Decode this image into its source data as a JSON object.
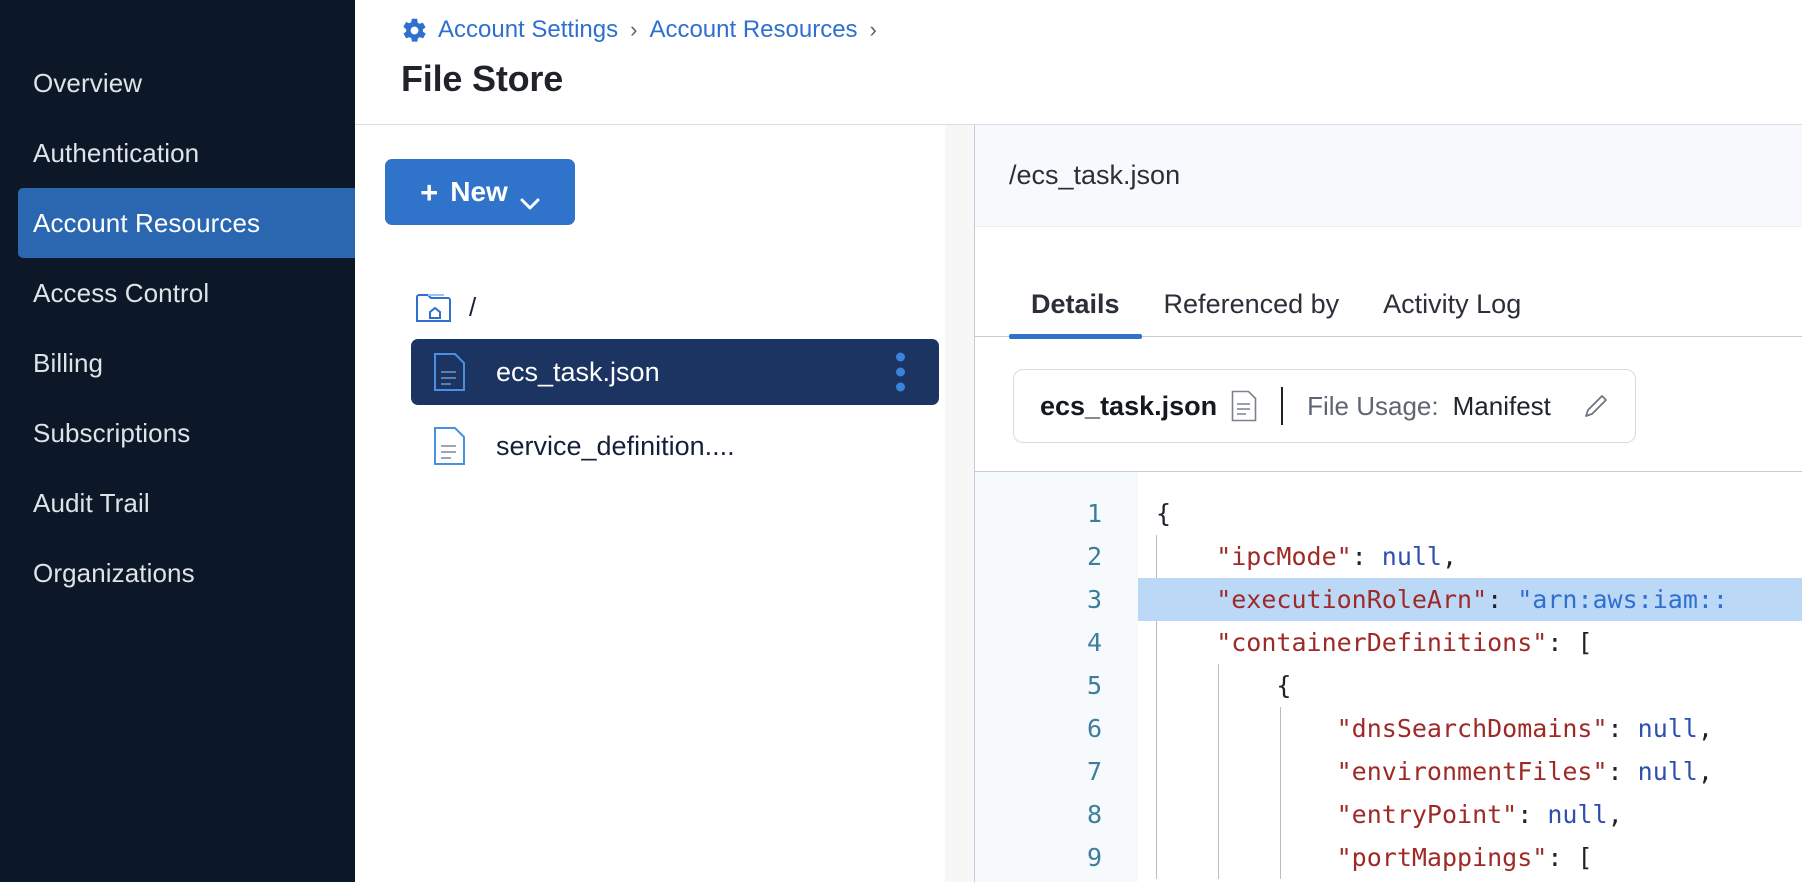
{
  "sidebar": {
    "items": [
      {
        "label": "Overview",
        "active": false
      },
      {
        "label": "Authentication",
        "active": false
      },
      {
        "label": "Account Resources",
        "active": true
      },
      {
        "label": "Access Control",
        "active": false
      },
      {
        "label": "Billing",
        "active": false
      },
      {
        "label": "Subscriptions",
        "active": false
      },
      {
        "label": "Audit Trail",
        "active": false
      },
      {
        "label": "Organizations",
        "active": false
      }
    ]
  },
  "header": {
    "breadcrumb": [
      {
        "label": "Account Settings",
        "icon": "gear-icon"
      },
      {
        "label": "Account Resources"
      }
    ],
    "separator": "›",
    "title": "File Store"
  },
  "filepanel": {
    "new_button": {
      "label": "New",
      "plus": "+",
      "chevron": "chevron-down-icon"
    },
    "root": {
      "label": "/",
      "icon": "folder-home-icon"
    },
    "files": [
      {
        "name": "ecs_task.json",
        "selected": true,
        "menu": "kebab-menu-icon"
      },
      {
        "name": "service_definition....",
        "selected": false
      }
    ]
  },
  "details": {
    "path": "/ecs_task.json",
    "tabs": [
      {
        "label": "Details",
        "active": true
      },
      {
        "label": "Referenced by",
        "active": false
      },
      {
        "label": "Activity Log",
        "active": false
      }
    ],
    "info": {
      "filename": "ecs_task.json",
      "file_icon": "document-icon",
      "usage_label": "File Usage:",
      "usage_value": "Manifest",
      "edit_icon": "pencil-icon"
    },
    "editor": {
      "line_numbers": [
        "1",
        "2",
        "3",
        "4",
        "5",
        "6",
        "7",
        "8",
        "9"
      ],
      "highlighted_line": 3,
      "lines": [
        {
          "n": 1,
          "indent": 0,
          "text": "{",
          "type": "punc"
        },
        {
          "n": 2,
          "indent": 1,
          "key": "\"ipcMode\"",
          "sep": ": ",
          "value": "null",
          "vtype": "null",
          "tail": ","
        },
        {
          "n": 3,
          "indent": 1,
          "key": "\"executionRoleArn\"",
          "sep": ": ",
          "value": "\"arn:aws:iam::",
          "vtype": "str",
          "tail": ""
        },
        {
          "n": 4,
          "indent": 1,
          "key": "\"containerDefinitions\"",
          "sep": ": ",
          "value": "[",
          "vtype": "punc",
          "tail": ""
        },
        {
          "n": 5,
          "indent": 2,
          "text": "{",
          "type": "punc"
        },
        {
          "n": 6,
          "indent": 3,
          "key": "\"dnsSearchDomains\"",
          "sep": ": ",
          "value": "null",
          "vtype": "null",
          "tail": ","
        },
        {
          "n": 7,
          "indent": 3,
          "key": "\"environmentFiles\"",
          "sep": ": ",
          "value": "null",
          "vtype": "null",
          "tail": ","
        },
        {
          "n": 8,
          "indent": 3,
          "key": "\"entryPoint\"",
          "sep": ": ",
          "value": "null",
          "vtype": "null",
          "tail": ","
        },
        {
          "n": 9,
          "indent": 3,
          "key": "\"portMappings\"",
          "sep": ": ",
          "value": "[",
          "vtype": "punc",
          "tail": ""
        }
      ]
    }
  },
  "colors": {
    "sidebar_bg": "#0c1827",
    "accent_blue": "#2f74ca",
    "active_nav": "#2b66b1",
    "selected_row": "#1b3461",
    "code_key": "#9e2a28",
    "code_null": "#2f4faf",
    "code_string": "#2f6fd0",
    "line_number": "#3f7d9c",
    "highlight_line": "#bcd8f7"
  }
}
